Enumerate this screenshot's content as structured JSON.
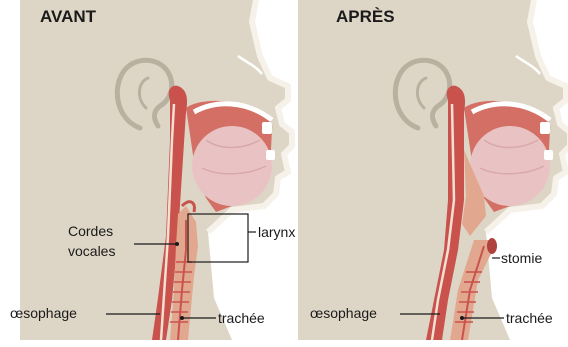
{
  "panels": {
    "before": {
      "title": "AVANT",
      "labels": {
        "vocal_cords_line1": "Cordes",
        "vocal_cords_line2": "vocales",
        "larynx": "larynx",
        "esophagus": "œsophage",
        "trachea": "trachée"
      }
    },
    "after": {
      "title": "APRÈS",
      "labels": {
        "stoma": "stomie",
        "esophagus": "œsophage",
        "trachea": "trachée"
      }
    }
  },
  "colors": {
    "skin": "#ddd6c6",
    "skin_outline": "#f6f2ea",
    "tongue": "#e9c3c3",
    "mucosa": "#c9524d",
    "tissue": "#e2a88f",
    "airway_fill": "#f3e0d2",
    "text": "#1a1a1a"
  }
}
